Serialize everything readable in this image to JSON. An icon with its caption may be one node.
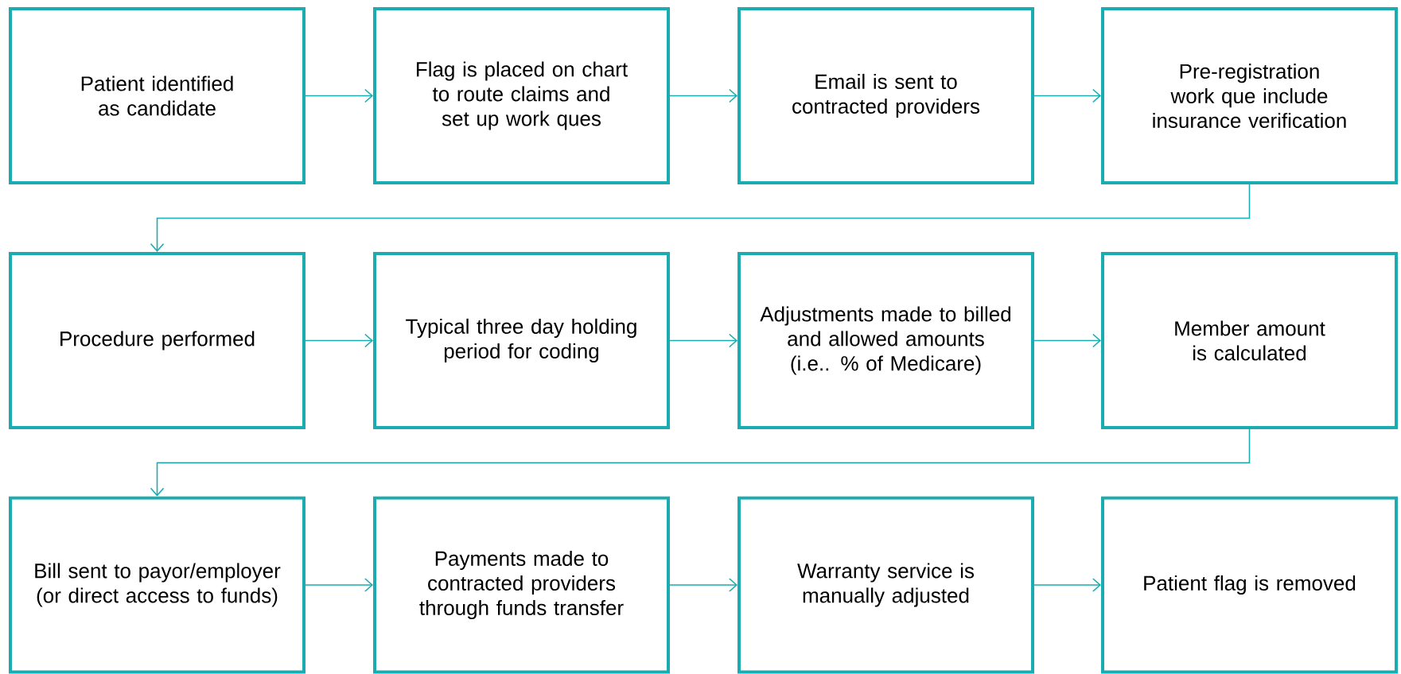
{
  "diagram": {
    "nodes": [
      {
        "text": [
          "Patient identified as candidate"
        ]
      },
      {
        "text": [
          "Flag is placed on chart to route claims and set up work ques"
        ]
      },
      {
        "text": [
          "Email is sent to contracted providers"
        ]
      },
      {
        "text": [
          "Pre-registration work que include insurance verification"
        ]
      },
      {
        "text": [
          "Procedure performed"
        ]
      },
      {
        "text": [
          "Typical three day holding period for coding"
        ]
      },
      {
        "text": [
          "Adjustments made to billed and allowed amounts (i.e.. % of Medicare)"
        ]
      },
      {
        "text": [
          "Member amount is calculated"
        ]
      },
      {
        "text": [
          "Bill sent to payor/employer (or direct access to funds)"
        ]
      },
      {
        "text": [
          "Payments made to contracted providers through funds transfer"
        ]
      },
      {
        "text": [
          "Warranty service is manually adjusted"
        ]
      },
      {
        "text": [
          "Patient flag is removed"
        ]
      }
    ],
    "edges": [
      {
        "from": 0,
        "to": 1,
        "arrow": "to"
      },
      {
        "from": 1,
        "to": 2,
        "arrow": "to"
      },
      {
        "from": 2,
        "to": 3,
        "arrow": "to"
      },
      {
        "from": 3,
        "to": 4,
        "arrow": "to"
      },
      {
        "from": 4,
        "to": 5,
        "arrow": "to"
      },
      {
        "from": 5,
        "to": 6,
        "arrow": "to"
      },
      {
        "from": 6,
        "to": 7,
        "arrow": "to"
      },
      {
        "from": 7,
        "to": 8,
        "arrow": "to"
      },
      {
        "from": 8,
        "to": 9,
        "arrow": "to"
      },
      {
        "from": 9,
        "to": 10,
        "arrow": "to"
      },
      {
        "from": 10,
        "to": 11,
        "arrow": "to"
      }
    ]
  }
}
